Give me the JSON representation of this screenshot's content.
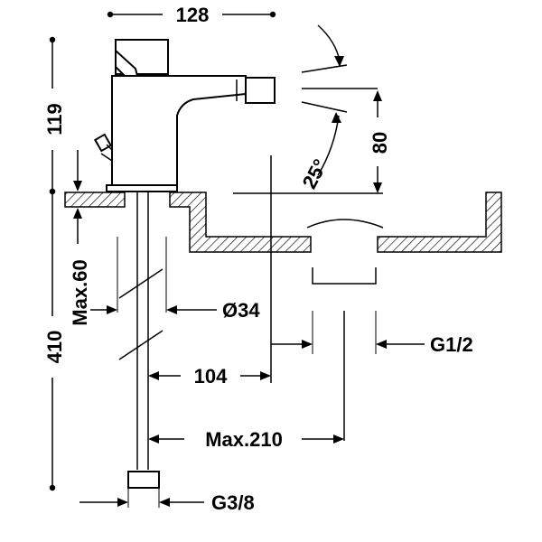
{
  "dimensions": {
    "width_top": "128",
    "height_total": "119",
    "spout_height": "80",
    "spray_angle": "25°",
    "deck_thickness": "Max.60",
    "shank_length": "410",
    "hole_diameter": "Ø34",
    "reach_to_drain": "104",
    "drain_thread": "G1/2",
    "max_reach": "Max.210",
    "inlet_thread": "G3/8"
  },
  "colors": {
    "ink": "#000000",
    "background": "#ffffff"
  }
}
